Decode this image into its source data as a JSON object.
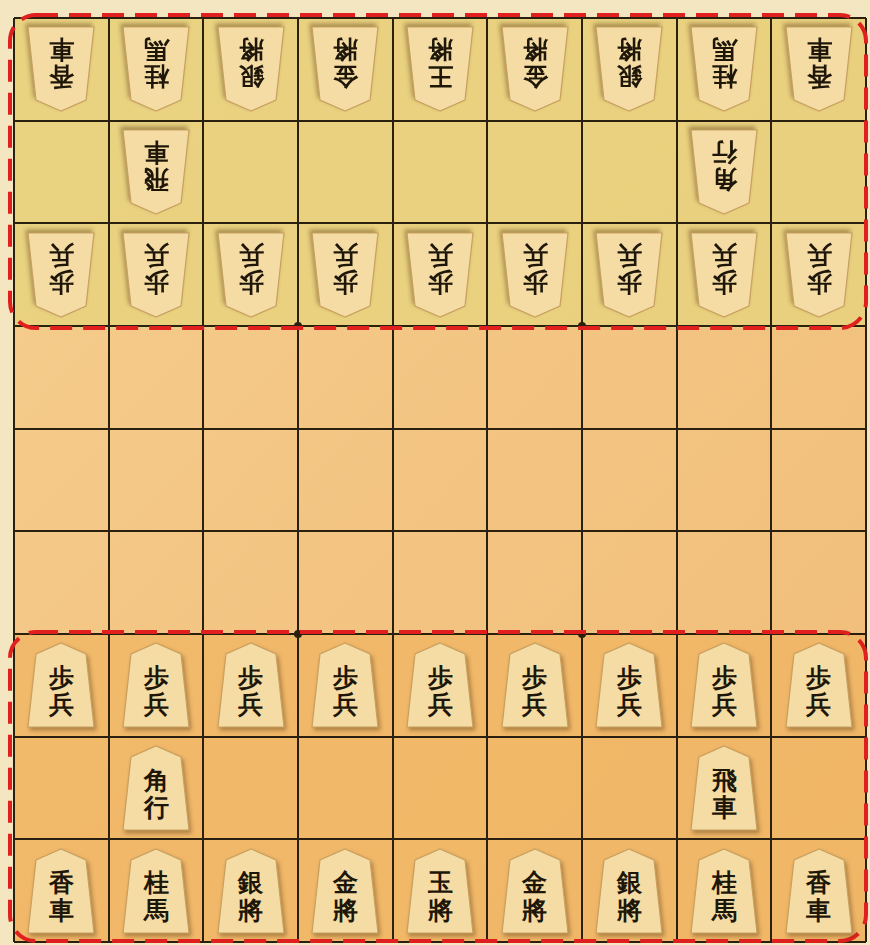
{
  "diagram": {
    "nodes": [
      {
        "text": [
          "香車"
        ]
      },
      {
        "text": [
          "桂馬"
        ]
      },
      {
        "text": [
          "銀將"
        ]
      },
      {
        "text": [
          "金將"
        ]
      },
      {
        "text": [
          "王將"
        ]
      },
      {
        "text": [
          "金將"
        ]
      },
      {
        "text": [
          "銀將"
        ]
      },
      {
        "text": [
          "桂馬"
        ]
      },
      {
        "text": [
          "香車"
        ]
      },
      {
        "text": [
          "飛車"
        ]
      },
      {
        "text": [
          "角行"
        ]
      },
      {
        "text": [
          "歩兵"
        ]
      },
      {
        "text": [
          "歩兵"
        ]
      },
      {
        "text": [
          "歩兵"
        ]
      },
      {
        "text": [
          "歩兵"
        ]
      },
      {
        "text": [
          "歩兵"
        ]
      },
      {
        "text": [
          "歩兵"
        ]
      },
      {
        "text": [
          "歩兵"
        ]
      },
      {
        "text": [
          "歩兵"
        ]
      },
      {
        "text": [
          "歩兵"
        ]
      },
      {
        "text": [
          "歩兵"
        ]
      },
      {
        "text": [
          "歩兵"
        ]
      },
      {
        "text": [
          "歩兵"
        ]
      },
      {
        "text": [
          "歩兵"
        ]
      },
      {
        "text": [
          "歩兵"
        ]
      },
      {
        "text": [
          "歩兵"
        ]
      },
      {
        "text": [
          "歩兵"
        ]
      },
      {
        "text": [
          "歩兵"
        ]
      },
      {
        "text": [
          "歩兵"
        ]
      },
      {
        "text": [
          "角行"
        ]
      },
      {
        "text": [
          "飛車"
        ]
      },
      {
        "text": [
          "香車"
        ]
      },
      {
        "text": [
          "桂馬"
        ]
      },
      {
        "text": [
          "銀將"
        ]
      },
      {
        "text": [
          "金將"
        ]
      },
      {
        "text": [
          "玉將"
        ]
      },
      {
        "text": [
          "金將"
        ]
      },
      {
        "text": [
          "銀將"
        ]
      },
      {
        "text": [
          "桂馬"
        ]
      },
      {
        "text": [
          "香車"
        ]
      }
    ]
  }
}
